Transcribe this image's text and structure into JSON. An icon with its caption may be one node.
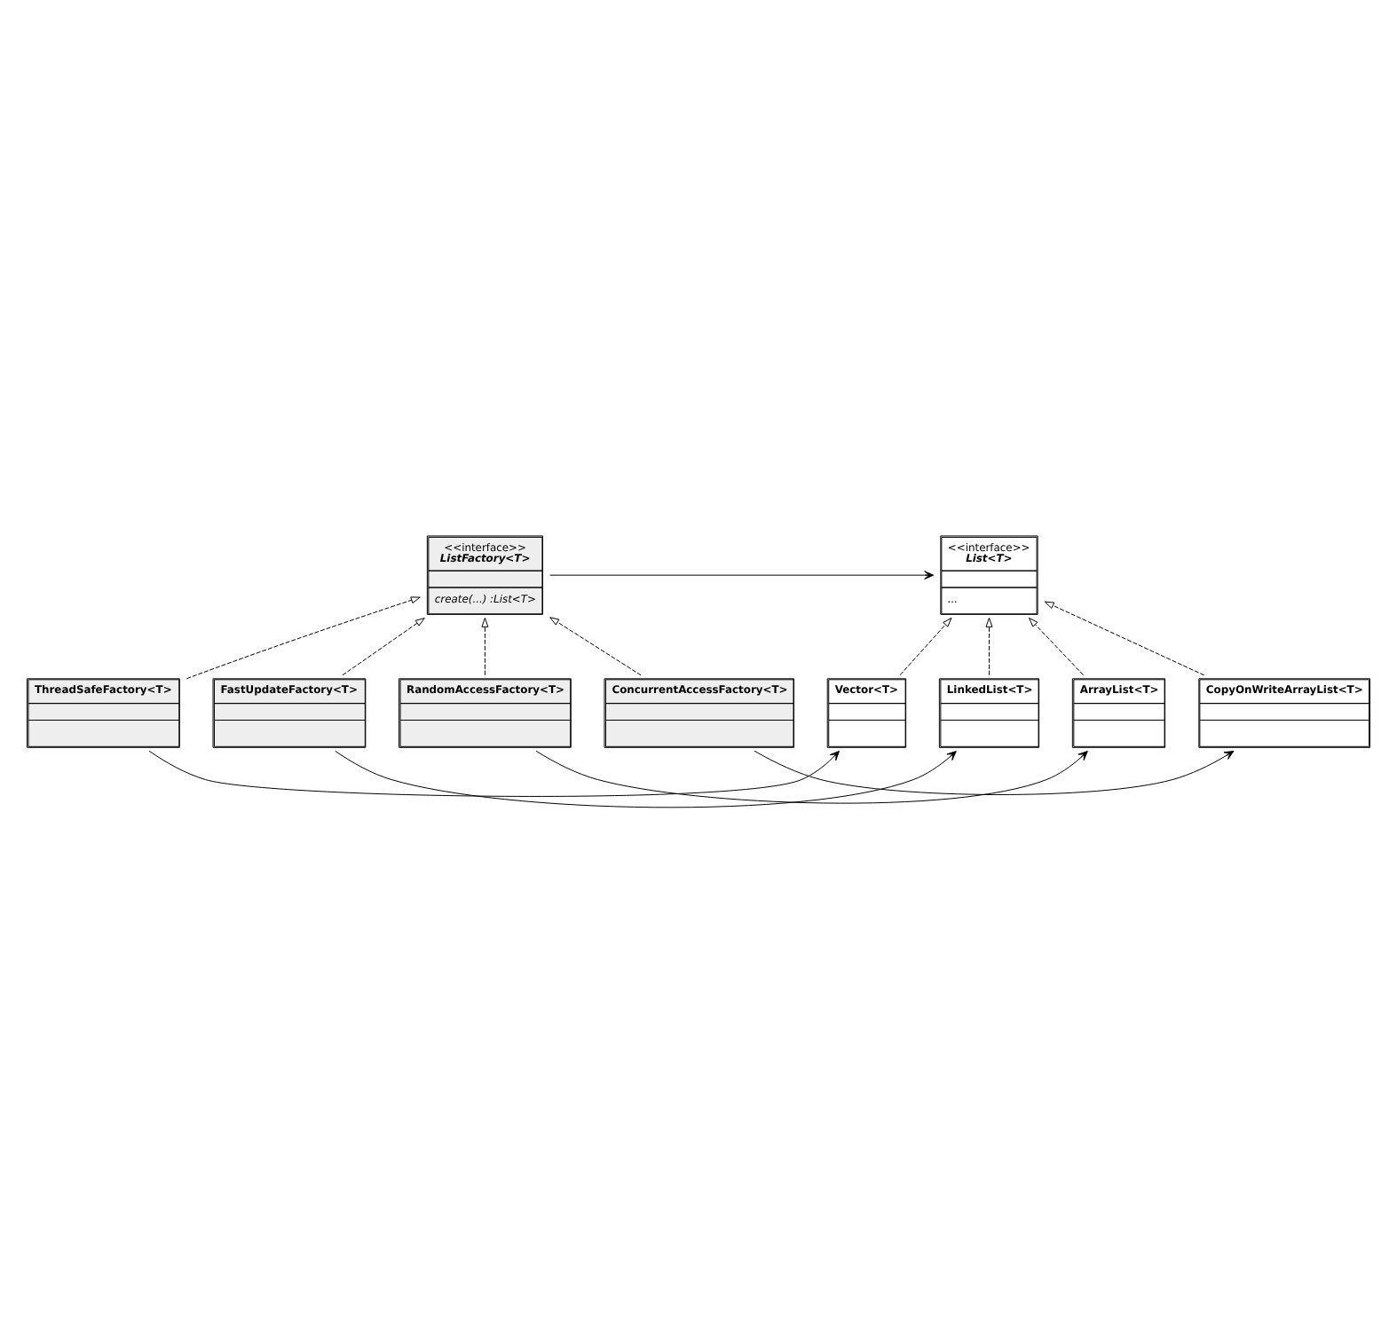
{
  "diagram": {
    "nodes": [
      {
        "text": [
          "<<interface>>",
          "ListFactory<T>",
          "create(...) :List<T>"
        ]
      },
      {
        "text": [
          "<<interface>>",
          "List<T>",
          "..."
        ]
      },
      {
        "text": [
          "ThreadSafeFactory<T>"
        ]
      },
      {
        "text": [
          "Vector<T>"
        ]
      },
      {
        "text": [
          "FastUpdateFactory<T>"
        ]
      },
      {
        "text": [
          "LinkedList<T>"
        ]
      },
      {
        "text": [
          "RandomAccessFactory<T>"
        ]
      },
      {
        "text": [
          "ArrayList<T>"
        ]
      },
      {
        "text": [
          "ConcurrentAccessFactory<T>"
        ]
      },
      {
        "text": [
          "CopyOnWriteArrayList<T>"
        ]
      }
    ],
    "edges": [
      {
        "from": 0,
        "to": 1,
        "arrow": "to"
      },
      {
        "from": 2,
        "to": 0,
        "arrow": "to",
        "style": "dashed"
      },
      {
        "from": 4,
        "to": 0,
        "arrow": "to",
        "style": "dashed"
      },
      {
        "from": 6,
        "to": 0,
        "arrow": "to",
        "style": "dashed"
      },
      {
        "from": 8,
        "to": 0,
        "arrow": "to",
        "style": "dashed"
      },
      {
        "from": 3,
        "to": 1,
        "arrow": "to",
        "style": "dashed"
      },
      {
        "from": 5,
        "to": 1,
        "arrow": "to",
        "style": "dashed"
      },
      {
        "from": 7,
        "to": 1,
        "arrow": "to",
        "style": "dashed"
      },
      {
        "from": 9,
        "to": 1,
        "arrow": "to",
        "style": "dashed"
      },
      {
        "from": 2,
        "to": 3,
        "arrow": "to"
      },
      {
        "from": 4,
        "to": 5,
        "arrow": "to"
      },
      {
        "from": 6,
        "to": 7,
        "arrow": "to"
      },
      {
        "from": 8,
        "to": 9,
        "arrow": "to"
      }
    ]
  }
}
